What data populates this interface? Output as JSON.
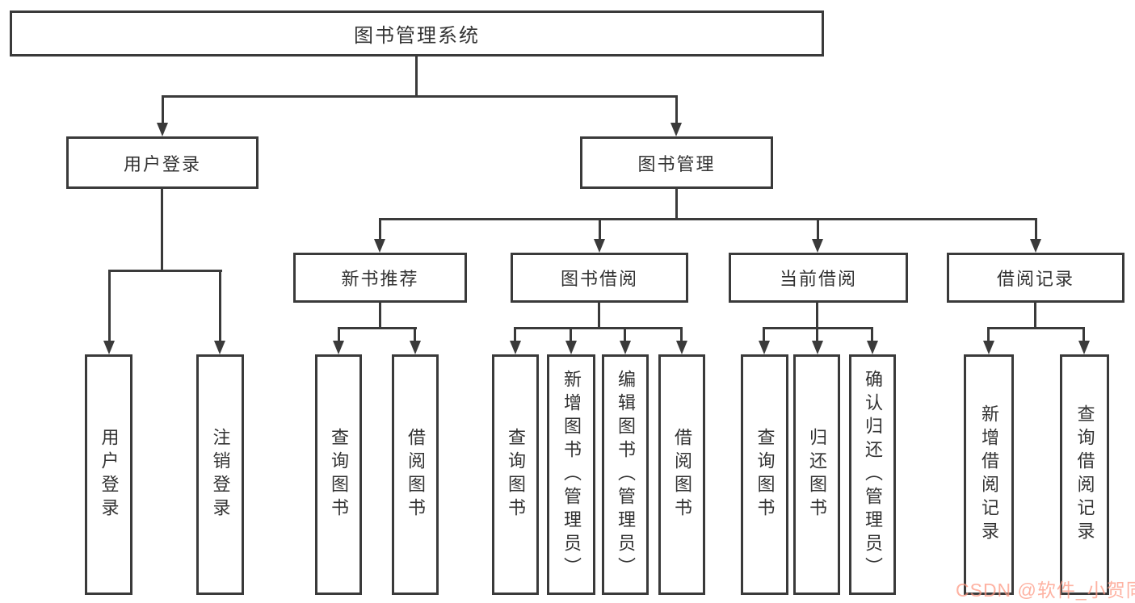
{
  "tree": {
    "root": {
      "label": "图书管理系统"
    },
    "user_login": {
      "label": "用户登录",
      "children": [
        {
          "label": "用户登录"
        },
        {
          "label": "注销登录"
        }
      ]
    },
    "book_mgmt": {
      "label": "图书管理",
      "sections": [
        {
          "label": "新书推荐",
          "children": [
            {
              "label": "查询图书"
            },
            {
              "label": "借阅图书"
            }
          ]
        },
        {
          "label": "图书借阅",
          "children": [
            {
              "label": "查询图书"
            },
            {
              "label": "新增图书（管理员）"
            },
            {
              "label": "编辑图书（管理员）"
            },
            {
              "label": "借阅图书"
            }
          ]
        },
        {
          "label": "当前借阅",
          "children": [
            {
              "label": "查询图书"
            },
            {
              "label": "归还图书"
            },
            {
              "label": "确认归还（管理员）"
            }
          ]
        },
        {
          "label": "借阅记录",
          "children": [
            {
              "label": "新增借阅记录"
            },
            {
              "label": "查询借阅记录"
            }
          ]
        }
      ]
    }
  },
  "watermark": {
    "text": "CSDN @软件_小贺同学"
  },
  "colors": {
    "line": "#3a3a3a",
    "text": "#333333",
    "background": "#ffffff",
    "watermark": "rgba(252,85,49,0.45)"
  }
}
